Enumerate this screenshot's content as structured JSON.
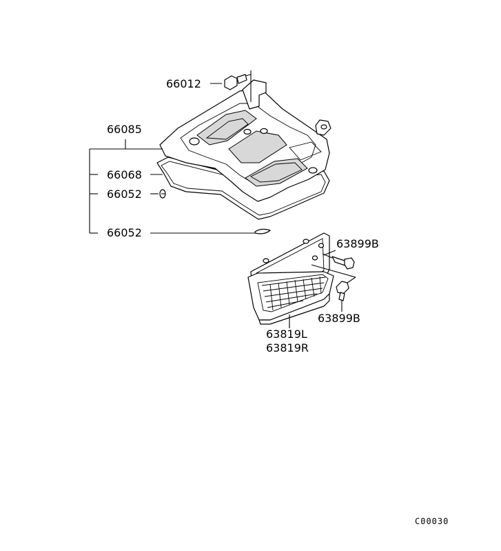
{
  "diagram": {
    "callouts": {
      "bolt_top": "66012",
      "cover": "66085",
      "gasket": "66068",
      "grommet_small": "66052",
      "grommet_lower": "66052",
      "bolt_right_upper": "63899B",
      "bolt_right_lower": "63899B",
      "step_left": "63819L",
      "step_right": "63819R"
    },
    "figure_code": "C00030"
  }
}
